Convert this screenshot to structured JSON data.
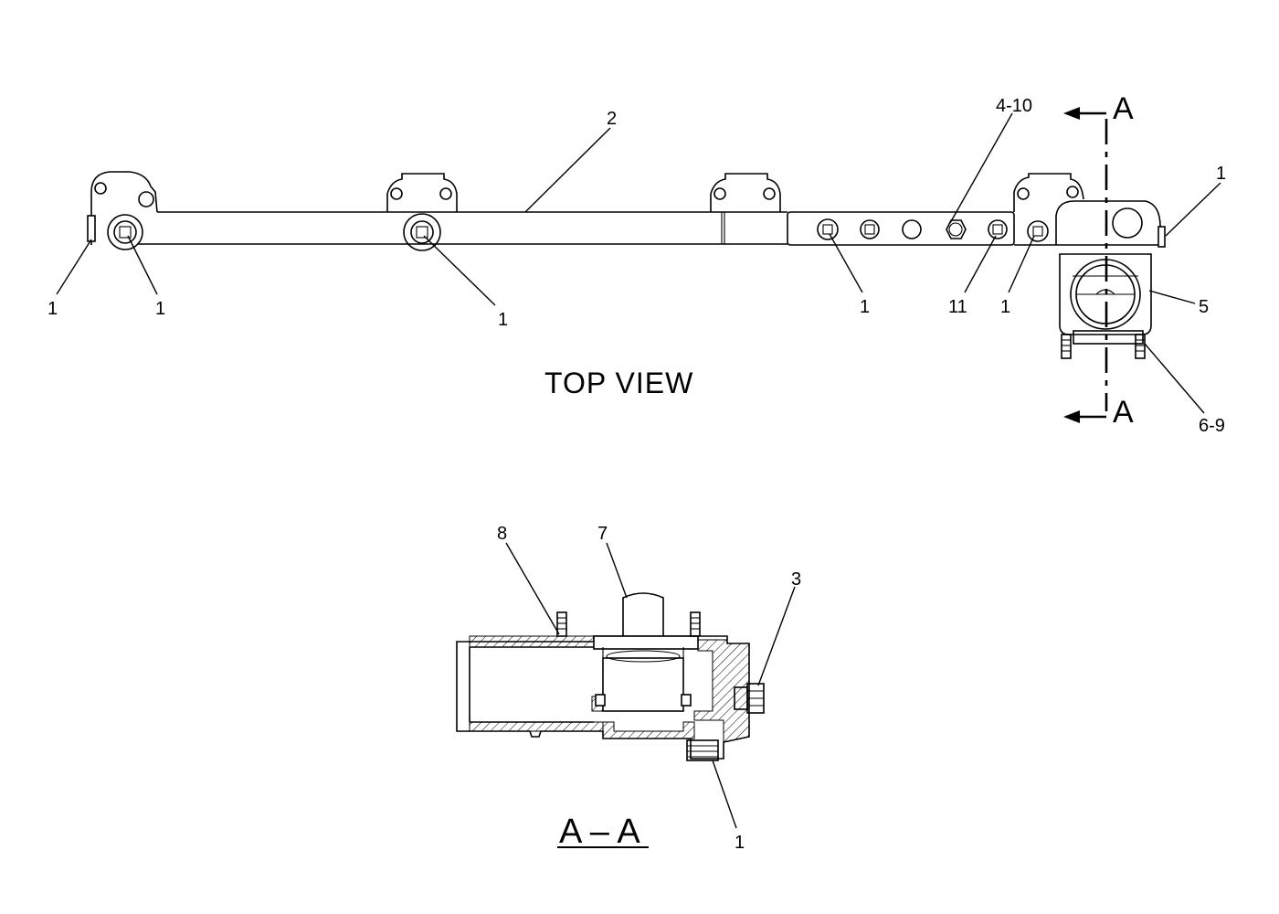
{
  "top_view": {
    "title": "TOP VIEW",
    "section_marker_upper": "A",
    "section_marker_lower": "A",
    "callouts": {
      "left_end": "1",
      "first_plug": "1",
      "second_plug": "1",
      "tube": "2",
      "plate_plug": "1",
      "fitting": "4-10",
      "item_11": "11",
      "end_plug": "1",
      "housing_plug": "1",
      "housing": "5",
      "studs": "6-9"
    }
  },
  "section_view": {
    "title": "A – A",
    "callouts": {
      "item_8": "8",
      "item_7": "7",
      "item_3": "3",
      "item_1": "1"
    }
  }
}
